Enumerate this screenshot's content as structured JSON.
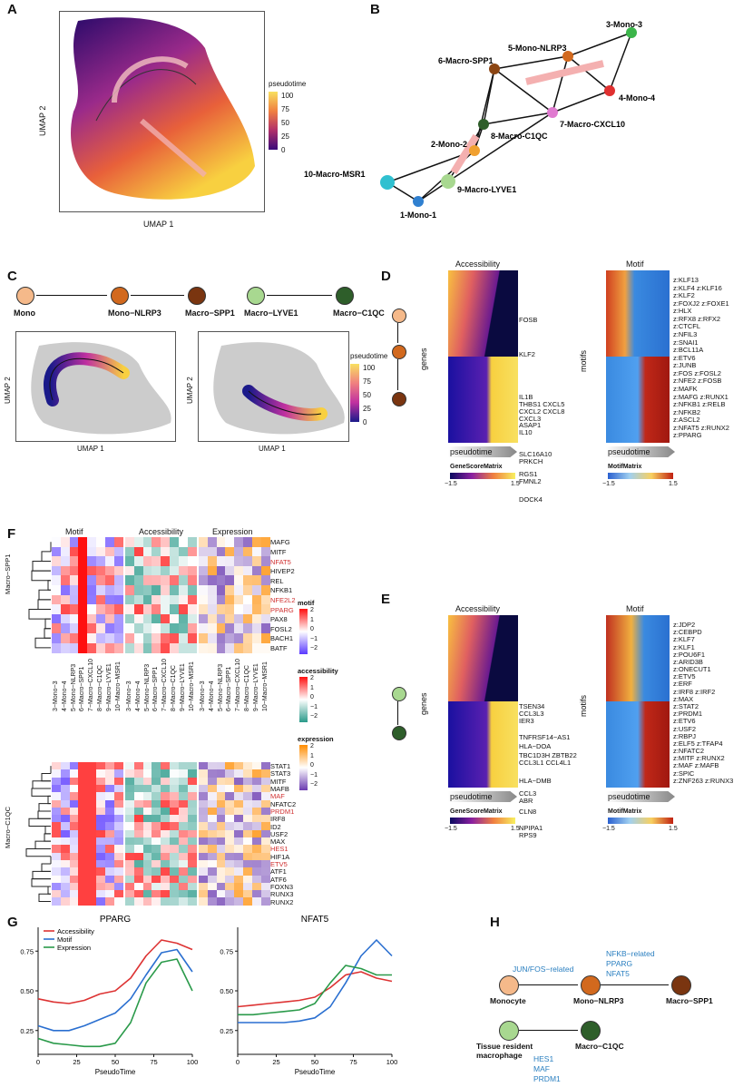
{
  "panels": {
    "A": "A",
    "B": "B",
    "C": "C",
    "D": "D",
    "E": "E",
    "F": "F",
    "G": "G",
    "H": "H"
  },
  "panelA": {
    "xlabel": "UMAP 1",
    "ylabel": "UMAP 2",
    "legend_title": "pseudotime",
    "ticks": [
      "100",
      "75",
      "50",
      "25",
      "0"
    ]
  },
  "panelB": {
    "nodes": [
      {
        "label": "3-Mono-3",
        "color": "#3bb54a"
      },
      {
        "label": "5-Mono-NLRP3",
        "color": "#d2691e"
      },
      {
        "label": "6-Macro-SPP1",
        "color": "#8b4513"
      },
      {
        "label": "4-Mono-4",
        "color": "#e03030"
      },
      {
        "label": "7-Macro-CXCL10",
        "color": "#e07ad0"
      },
      {
        "label": "8-Macro-C1QC",
        "color": "#2e5e2a"
      },
      {
        "label": "2-Mono-2",
        "color": "#f0a030"
      },
      {
        "label": "10-Macro-MSR1",
        "color": "#30c0d0"
      },
      {
        "label": "9-Macro-LYVE1",
        "color": "#a8d890"
      },
      {
        "label": "1-Mono-1",
        "color": "#3080d0"
      }
    ]
  },
  "panelC": {
    "traj1": [
      {
        "label": "Mono",
        "color": "#f5b98a"
      },
      {
        "label": "Mono−NLRP3",
        "color": "#d2691e"
      },
      {
        "label": "Macro−SPP1",
        "color": "#7a3510"
      }
    ],
    "traj2": [
      {
        "label": "Macro−LYVE1",
        "color": "#a8d890"
      },
      {
        "label": "Macro−C1QC",
        "color": "#2e5e2a"
      }
    ],
    "xlabel": "UMAP 1",
    "ylabel": "UMAP 2",
    "legend_title": "pseudotime",
    "ticks": [
      "100",
      "75",
      "50",
      "25",
      "0"
    ]
  },
  "panelD": {
    "acc_title": "Accessibility",
    "motif_title": "Motif",
    "ylabel_genes": "genes",
    "ylabel_motifs": "motifs",
    "arrow": "pseudotime",
    "acc_matrix": "GeneScoreMatrix",
    "motif_matrix": "MotifMatrix",
    "tick_low": "−1.5",
    "tick_high": "1.5",
    "genes": [
      "FOSB",
      "KLF2",
      "IL1B",
      "THBS1  CXCL5",
      "CXCL2  CXCL8",
      "CXCL3",
      "ASAP1",
      "IL10",
      "SLC16A10",
      "PRKCH",
      "RGS1",
      "FMNL2",
      "DOCK4"
    ],
    "motifs": [
      "z:KLF13",
      "z:KLF4  z:KLF16",
      "z:KLF2",
      "z:FOXJ2  z:FOXE1",
      "z:HLX",
      "z:RFX8  z:RFX2",
      "z:CTCFL",
      "z:NFIL3",
      "z:SNAI1",
      "z:BCL11A",
      "z:ETV6",
      "z:JUNB",
      "z:FOS  z:FOSL2",
      "z:NFE2  z:FOSB",
      "z:MAFK",
      "z:MAFG  z:RUNX1",
      "z:NFKB1  z:RELB",
      "z:NFKB2",
      "z:ASCL2",
      "z:NFAT5  z:RUNX2",
      "z:PPARG"
    ]
  },
  "panelE": {
    "acc_title": "Accessibility",
    "motif_title": "Motif",
    "ylabel_genes": "genes",
    "ylabel_motifs": "motifs",
    "arrow": "pseudotime",
    "acc_matrix": "GeneScoreMatrix",
    "motif_matrix": "MotifMatrix",
    "tick_low": "−1.5",
    "tick_high": "1.5",
    "genes": [
      "TSEN34",
      "CCL3L3",
      "IER3",
      "TNFRSF14−AS1",
      "HLA−DOA",
      "TBC1D3H  ZBTB22",
      "CCL3L1  CCL4L1",
      "HLA−DMB",
      "CCL3",
      "ABR",
      "CLN8",
      "NPIPA1",
      "RPS9"
    ],
    "motifs": [
      "z:JDP2",
      "z:CEBPD",
      "z:KLF7",
      "z:KLF1",
      "z:POU6F1",
      "z:ARID3B",
      "z:ONECUT1",
      "z:ETV5",
      "z:ERF",
      "z:IRF8  z:IRF2",
      "z:MAX",
      "z:STAT2",
      "z:PRDM1",
      "z:ETV6",
      "z:USF2",
      "z:RBPJ",
      "z:ELF5  z:TFAP4",
      "z:NFATC2",
      "z:MITF  z:RUNX2",
      "z:MAF  z:MAFB",
      "z:SPIC",
      "z:ZNF263  z:RUNX3"
    ]
  },
  "panelF": {
    "col_titles": [
      "Motif",
      "Accessibility",
      "Expression"
    ],
    "columns": [
      "3−Mono−3",
      "4−Mono−4",
      "5−Mono−NLRP3",
      "6−Macro−SPP1",
      "7−Macro−CXCL10",
      "8−Macro−C1QC",
      "9−Macro−LYVE1",
      "10−Macro−MSR1"
    ],
    "group1": "Macro−SPP1",
    "group2": "Macro−C1QC",
    "rows1": [
      {
        "g": "MAFG",
        "r": false
      },
      {
        "g": "MITF",
        "r": false
      },
      {
        "g": "NFAT5",
        "r": true
      },
      {
        "g": "HIVEP2",
        "r": false
      },
      {
        "g": "REL",
        "r": false
      },
      {
        "g": "NFKB1",
        "r": false
      },
      {
        "g": "NFE2L2",
        "r": true
      },
      {
        "g": "PPARG",
        "r": true
      },
      {
        "g": "PAX8",
        "r": false
      },
      {
        "g": "FOSL2",
        "r": false
      },
      {
        "g": "BACH1",
        "r": false
      },
      {
        "g": "BATF",
        "r": false
      }
    ],
    "rows2": [
      {
        "g": "STAT1",
        "r": false
      },
      {
        "g": "STAT3",
        "r": false
      },
      {
        "g": "MITF",
        "r": false
      },
      {
        "g": "MAFB",
        "r": false
      },
      {
        "g": "MAF",
        "r": true
      },
      {
        "g": "NFATC2",
        "r": false
      },
      {
        "g": "PRDM1",
        "r": true
      },
      {
        "g": "IRF8",
        "r": false
      },
      {
        "g": "ID2",
        "r": false
      },
      {
        "g": "USF2",
        "r": false
      },
      {
        "g": "MAX",
        "r": false
      },
      {
        "g": "HES1",
        "r": true
      },
      {
        "g": "HIF1A",
        "r": false
      },
      {
        "g": "ETV5",
        "r": true
      },
      {
        "g": "ATF1",
        "r": false
      },
      {
        "g": "ATF6",
        "r": false
      },
      {
        "g": "FOXN3",
        "r": false
      },
      {
        "g": "RUNX3",
        "r": false
      },
      {
        "g": "RUNX2",
        "r": false
      }
    ],
    "legends": [
      {
        "title": "motif",
        "ticks": [
          "2",
          "1",
          "0",
          "−1",
          "−2"
        ]
      },
      {
        "title": "accessibility",
        "ticks": [
          "2",
          "1",
          "0",
          "−1",
          "−2"
        ]
      },
      {
        "title": "expression",
        "ticks": [
          "2",
          "1",
          "0",
          "−1",
          "−2"
        ]
      }
    ],
    "highlight_color": "#d03030"
  },
  "chart_data": [
    {
      "type": "line",
      "title": "PPARG",
      "xlabel": "PseudoTime",
      "xlim": [
        0,
        100
      ],
      "ylim": [
        0.1,
        0.9
      ],
      "xticks": [
        "0",
        "25",
        "50",
        "75",
        "100"
      ],
      "yticks": [
        "0.25",
        "0.50",
        "0.75"
      ],
      "legend": "top-left",
      "x": [
        0,
        10,
        20,
        30,
        40,
        50,
        60,
        70,
        80,
        90,
        100
      ],
      "series": [
        {
          "name": "Accessibility",
          "color": "#d33",
          "values": [
            0.45,
            0.43,
            0.42,
            0.44,
            0.48,
            0.5,
            0.58,
            0.72,
            0.82,
            0.8,
            0.76
          ]
        },
        {
          "name": "Motif",
          "color": "#2a6fd0",
          "values": [
            0.28,
            0.25,
            0.25,
            0.28,
            0.32,
            0.36,
            0.45,
            0.6,
            0.74,
            0.76,
            0.62
          ]
        },
        {
          "name": "Expression",
          "color": "#2a9a4a",
          "values": [
            0.2,
            0.17,
            0.16,
            0.15,
            0.15,
            0.17,
            0.3,
            0.55,
            0.68,
            0.7,
            0.5
          ]
        }
      ]
    },
    {
      "type": "line",
      "title": "NFAT5",
      "xlabel": "PseudoTime",
      "xlim": [
        0,
        100
      ],
      "ylim": [
        0.1,
        0.9
      ],
      "xticks": [
        "0",
        "25",
        "50",
        "75",
        "100"
      ],
      "yticks": [
        "0.25",
        "0.50",
        "0.75"
      ],
      "legend": "none",
      "x": [
        0,
        10,
        20,
        30,
        40,
        50,
        60,
        70,
        80,
        90,
        100
      ],
      "series": [
        {
          "name": "Accessibility",
          "color": "#d33",
          "values": [
            0.4,
            0.41,
            0.42,
            0.43,
            0.44,
            0.46,
            0.52,
            0.6,
            0.62,
            0.58,
            0.56
          ]
        },
        {
          "name": "Motif",
          "color": "#2a6fd0",
          "values": [
            0.3,
            0.3,
            0.3,
            0.3,
            0.31,
            0.33,
            0.4,
            0.55,
            0.72,
            0.82,
            0.72
          ]
        },
        {
          "name": "Expression",
          "color": "#2a9a4a",
          "values": [
            0.35,
            0.35,
            0.36,
            0.37,
            0.38,
            0.42,
            0.55,
            0.66,
            0.64,
            0.6,
            0.6
          ]
        }
      ]
    }
  ],
  "panelH": {
    "monocyte": "Monocyte",
    "nlrp3": "Mono−NLRP3",
    "spp1": "Macro−SPP1",
    "tissue": "Tissue resident\nmacrophage",
    "c1qc": "Macro−C1QC",
    "edge1": "JUN/FOS−related",
    "edge2": [
      "NFKB−related",
      "PPARG",
      "NFAT5"
    ],
    "edge3": [
      "HES1",
      "MAF",
      "PRDM1"
    ],
    "blue": "#2a7fc0"
  }
}
